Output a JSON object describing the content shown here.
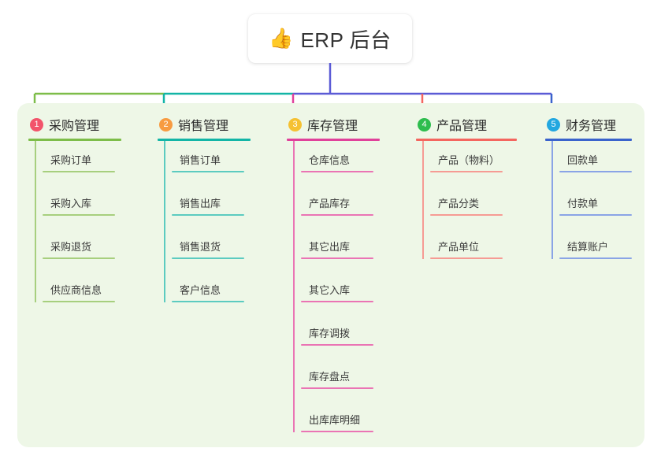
{
  "title": {
    "emoji": "👍",
    "emoji_name": "thumbs-up-emoji",
    "text": "ERP 后台"
  },
  "palette": {
    "page_background": "#ffffff",
    "panel_background": "#eef7e7",
    "card_background": "#ffffff",
    "text_primary": "#2b2b2b",
    "text_item": "#3a3a3a",
    "bus_left": "#7dbd49",
    "bus_mid": "#13b5a6",
    "bus_right": "#5b5bd6",
    "stem": "#5b5bd6"
  },
  "columns": [
    {
      "index": "1",
      "title": "采购管理",
      "badge_color": "#f2546b",
      "rule_color": "#7dbd49",
      "spine_color": "#a7cf7e",
      "item_rule_color": "#a7cf7e",
      "drop_color": "#7dbd49",
      "items": [
        "采购订单",
        "采购入库",
        "采购退货",
        "供应商信息"
      ]
    },
    {
      "index": "2",
      "title": "销售管理",
      "badge_color": "#f79b41",
      "rule_color": "#13b5a6",
      "spine_color": "#5ccbc0",
      "item_rule_color": "#5ccbc0",
      "drop_color": "#13b5a6",
      "items": [
        "销售订单",
        "销售出库",
        "销售退货",
        "客户信息"
      ]
    },
    {
      "index": "3",
      "title": "库存管理",
      "badge_color": "#f5c132",
      "rule_color": "#e0419a",
      "spine_color": "#ea74b4",
      "item_rule_color": "#ea74b4",
      "drop_color": "#e0419a",
      "items": [
        "仓库信息",
        "产品库存",
        "其它出库",
        "其它入库",
        "库存调拨",
        "库存盘点",
        "出库库明细"
      ]
    },
    {
      "index": "4",
      "title": "产品管理",
      "badge_color": "#2ebd4e",
      "rule_color": "#f4665f",
      "spine_color": "#f69b94",
      "item_rule_color": "#f69b94",
      "drop_color": "#f4665f",
      "items": [
        "产品（物料）",
        "产品分类",
        "产品单位"
      ]
    },
    {
      "index": "5",
      "title": "财务管理",
      "badge_color": "#22a7e0",
      "rule_color": "#3a63cc",
      "spine_color": "#8aa4e6",
      "item_rule_color": "#8aa4e6",
      "drop_color": "#3a63cc",
      "items": [
        "回款单",
        "付款单",
        "结算账户"
      ]
    }
  ]
}
